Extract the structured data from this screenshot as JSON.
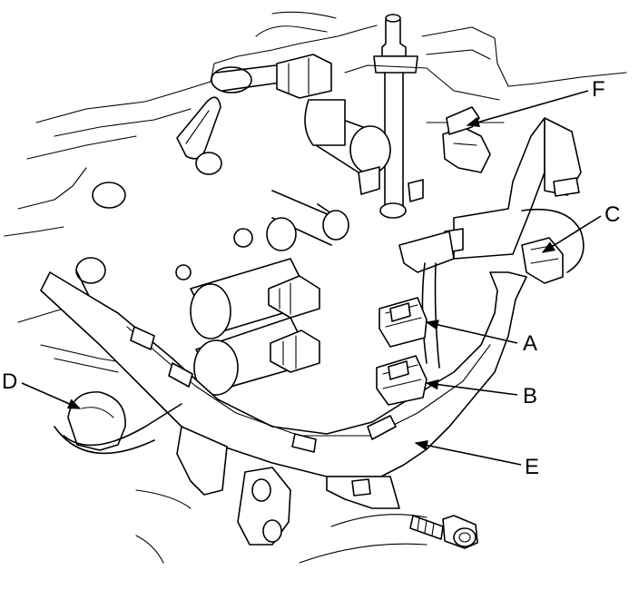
{
  "callouts": {
    "a": "A",
    "b": "B",
    "c": "C",
    "d": "D",
    "e": "E",
    "f": "F"
  }
}
